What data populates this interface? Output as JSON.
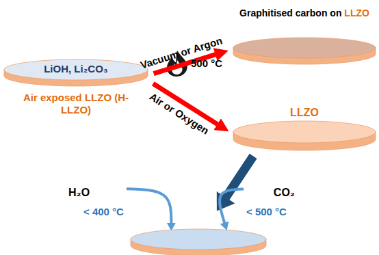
{
  "diagram": {
    "nodes": [
      {
        "text": [
          "LiOH, Li₂CO₃",
          "Air exposed LLZO (H-LLZO)"
        ]
      },
      {
        "text": [
          "Graphitised carbon on LLZO"
        ]
      },
      {
        "text": [
          "LLZO"
        ]
      },
      {
        "text": []
      },
      {
        "text": [
          "H₂O",
          "< 400 °C"
        ]
      },
      {
        "text": [
          "CO₂",
          "< 500 °C"
        ]
      }
    ],
    "edges": [
      {
        "from": 0,
        "to": 1,
        "arrow": "to",
        "label": "Vacuum or Argon"
      },
      {
        "from": 0,
        "to": 2,
        "arrow": "to",
        "label": "Air or Oxygen"
      },
      {
        "from": 2,
        "to": 3,
        "arrow": "to"
      },
      {
        "from": 4,
        "to": 3,
        "arrow": "to"
      },
      {
        "from": 5,
        "to": 3,
        "arrow": "to"
      }
    ],
    "labels": [
      "500 °C"
    ]
  }
}
